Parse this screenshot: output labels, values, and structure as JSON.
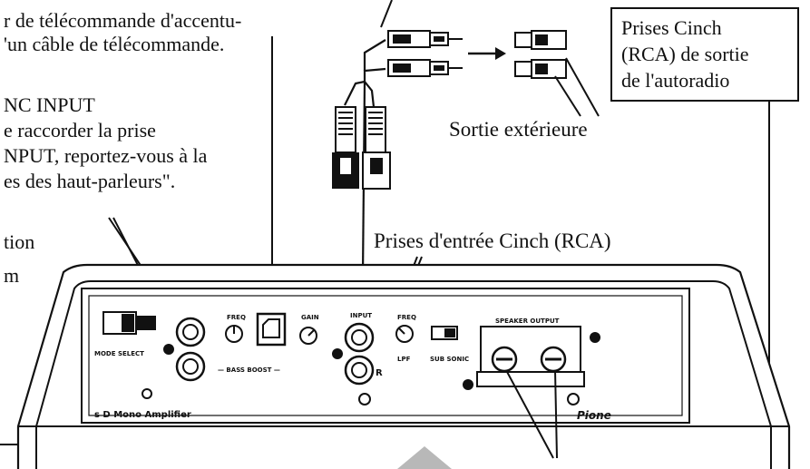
{
  "left_text": {
    "line1": "r de télécommande d'accentu-",
    "line2": "'un câble de télécommande.",
    "line3": "NC INPUT",
    "line4": "e raccorder la prise",
    "line5": "NPUT, reportez-vous à la",
    "line6": "es des haut-parleurs\".",
    "line7": "tion",
    "line8": "m"
  },
  "callout": {
    "line1": "Prises Cinch",
    "line2": "(RCA) de sortie",
    "line3": "de l'autoradio"
  },
  "labels": {
    "external_output": "Sortie extérieure",
    "rca_input": "Prises d'entrée Cinch (RCA)"
  },
  "panel": {
    "mode_select": "MODE SELECT",
    "bass_boost": "— BASS BOOST —",
    "freq_left": "FREQ",
    "gain": "GAIN",
    "input": "INPUT",
    "freq_right": "FREQ",
    "lpf": "LPF",
    "sub_sonic": "SUB SONIC",
    "speaker_output": "SPEAKER OUTPUT",
    "r_label": "R",
    "model": "s D Mono Amplifier",
    "brand": "Pione"
  }
}
